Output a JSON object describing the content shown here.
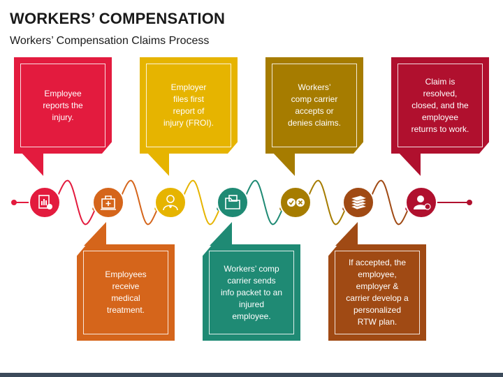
{
  "title": "WORKERS’ COMPENSATION",
  "subtitle": "Workers’ Compensation Claims Process",
  "steps": [
    {
      "text": "Employee\nreports the\ninjury.",
      "color": "#e31b3e",
      "position": "top",
      "icon": "report-icon"
    },
    {
      "text": "Employees\nreceive\nmedical\ntreatment.",
      "color": "#d5651b",
      "position": "bottom",
      "icon": "medical-kit-icon"
    },
    {
      "text": "Employer\nfiles first\nreport of\ninjury (FROI).",
      "color": "#e6b400",
      "position": "top",
      "icon": "doctor-icon"
    },
    {
      "text": "Workers’ comp\ncarrier sends\ninfo packet to an\ninjured\nemployee.",
      "color": "#1f8a74",
      "position": "bottom",
      "icon": "folder-icon"
    },
    {
      "text": "Workers’\ncomp carrier\naccepts or\ndenies claims.",
      "color": "#a67c00",
      "position": "top",
      "icon": "accept-deny-icon"
    },
    {
      "text": "If accepted, the\nemployee,\nemployer &\ncarrier develop a\npersonalized\nRTW plan.",
      "color": "#a04a14",
      "position": "bottom",
      "icon": "cash-stack-icon"
    },
    {
      "text": "Claim is\nresolved,\nclosed, and the\nemployee\nreturns to work.",
      "color": "#b0102e",
      "position": "top",
      "icon": "employee-return-icon"
    }
  ],
  "line_color": "#a0102e",
  "bottom_bar_color": "#3c4a5a"
}
